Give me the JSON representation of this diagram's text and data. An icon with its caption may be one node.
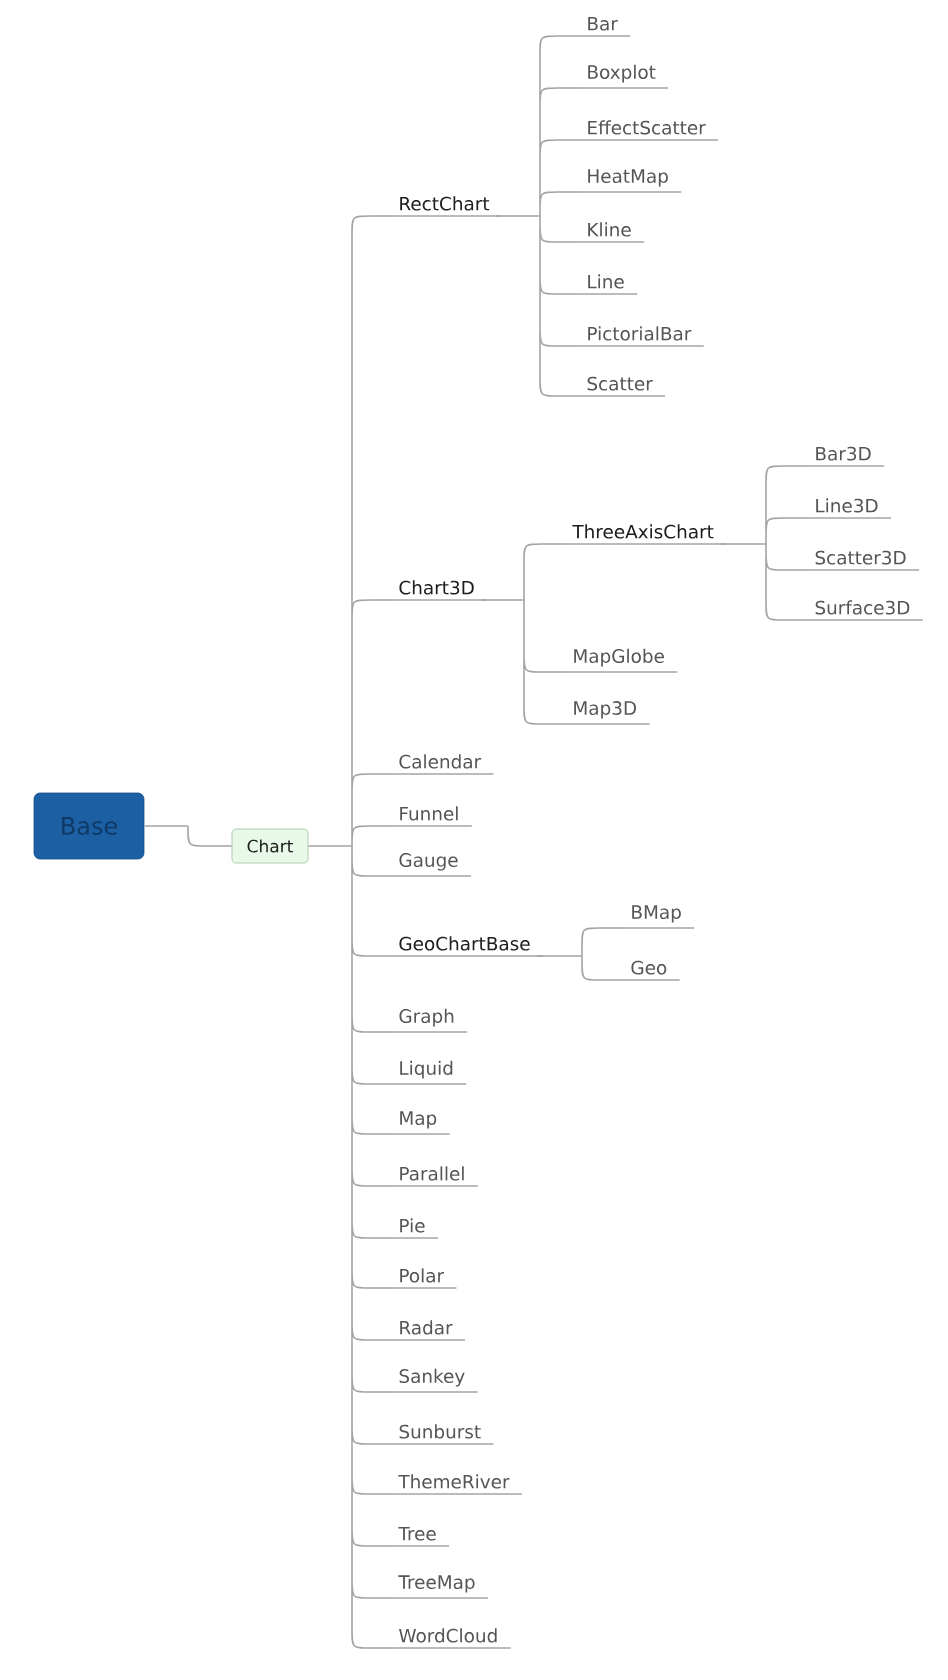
{
  "diagram": {
    "nodes": [
      {
        "text": [
          "Base"
        ]
      },
      {
        "text": [
          "Chart"
        ]
      },
      {
        "text": [
          "RectChart"
        ]
      },
      {
        "text": [
          "Bar"
        ]
      },
      {
        "text": [
          "Boxplot"
        ]
      },
      {
        "text": [
          "EffectScatter"
        ]
      },
      {
        "text": [
          "HeatMap"
        ]
      },
      {
        "text": [
          "Kline"
        ]
      },
      {
        "text": [
          "Line"
        ]
      },
      {
        "text": [
          "PictorialBar"
        ]
      },
      {
        "text": [
          "Scatter"
        ]
      },
      {
        "text": [
          "Chart3D"
        ]
      },
      {
        "text": [
          "ThreeAxisChart"
        ]
      },
      {
        "text": [
          "Bar3D"
        ]
      },
      {
        "text": [
          "Line3D"
        ]
      },
      {
        "text": [
          "Scatter3D"
        ]
      },
      {
        "text": [
          "Surface3D"
        ]
      },
      {
        "text": [
          "MapGlobe"
        ]
      },
      {
        "text": [
          "Map3D"
        ]
      },
      {
        "text": [
          "Calendar"
        ]
      },
      {
        "text": [
          "Funnel"
        ]
      },
      {
        "text": [
          "Gauge"
        ]
      },
      {
        "text": [
          "GeoChartBase"
        ]
      },
      {
        "text": [
          "BMap"
        ]
      },
      {
        "text": [
          "Geo"
        ]
      },
      {
        "text": [
          "Graph"
        ]
      },
      {
        "text": [
          "Liquid"
        ]
      },
      {
        "text": [
          "Map"
        ]
      },
      {
        "text": [
          "Parallel"
        ]
      },
      {
        "text": [
          "Pie"
        ]
      },
      {
        "text": [
          "Polar"
        ]
      },
      {
        "text": [
          "Radar"
        ]
      },
      {
        "text": [
          "Sankey"
        ]
      },
      {
        "text": [
          "Sunburst"
        ]
      },
      {
        "text": [
          "ThemeRiver"
        ]
      },
      {
        "text": [
          "Tree"
        ]
      },
      {
        "text": [
          "TreeMap"
        ]
      },
      {
        "text": [
          "WordCloud"
        ]
      }
    ],
    "edges": [
      {
        "from": 0,
        "to": 1,
        "arrow": "none"
      },
      {
        "from": 1,
        "to": 2,
        "arrow": "none"
      },
      {
        "from": 2,
        "to": 3,
        "arrow": "none"
      },
      {
        "from": 2,
        "to": 4,
        "arrow": "none"
      },
      {
        "from": 2,
        "to": 5,
        "arrow": "none"
      },
      {
        "from": 2,
        "to": 6,
        "arrow": "none"
      },
      {
        "from": 2,
        "to": 7,
        "arrow": "none"
      },
      {
        "from": 2,
        "to": 8,
        "arrow": "none"
      },
      {
        "from": 2,
        "to": 9,
        "arrow": "none"
      },
      {
        "from": 2,
        "to": 10,
        "arrow": "none"
      },
      {
        "from": 1,
        "to": 11,
        "arrow": "none"
      },
      {
        "from": 11,
        "to": 12,
        "arrow": "none"
      },
      {
        "from": 12,
        "to": 13,
        "arrow": "none"
      },
      {
        "from": 12,
        "to": 14,
        "arrow": "none"
      },
      {
        "from": 12,
        "to": 15,
        "arrow": "none"
      },
      {
        "from": 12,
        "to": 16,
        "arrow": "none"
      },
      {
        "from": 11,
        "to": 17,
        "arrow": "none"
      },
      {
        "from": 11,
        "to": 18,
        "arrow": "none"
      },
      {
        "from": 1,
        "to": 19,
        "arrow": "none"
      },
      {
        "from": 1,
        "to": 20,
        "arrow": "none"
      },
      {
        "from": 1,
        "to": 21,
        "arrow": "none"
      },
      {
        "from": 1,
        "to": 22,
        "arrow": "none"
      },
      {
        "from": 22,
        "to": 23,
        "arrow": "none"
      },
      {
        "from": 22,
        "to": 24,
        "arrow": "none"
      },
      {
        "from": 1,
        "to": 25,
        "arrow": "none"
      },
      {
        "from": 1,
        "to": 26,
        "arrow": "none"
      },
      {
        "from": 1,
        "to": 27,
        "arrow": "none"
      },
      {
        "from": 1,
        "to": 28,
        "arrow": "none"
      },
      {
        "from": 1,
        "to": 29,
        "arrow": "none"
      },
      {
        "from": 1,
        "to": 30,
        "arrow": "none"
      },
      {
        "from": 1,
        "to": 31,
        "arrow": "none"
      },
      {
        "from": 1,
        "to": 32,
        "arrow": "none"
      },
      {
        "from": 1,
        "to": 33,
        "arrow": "none"
      },
      {
        "from": 1,
        "to": 34,
        "arrow": "none"
      },
      {
        "from": 1,
        "to": 35,
        "arrow": "none"
      },
      {
        "from": 1,
        "to": 36,
        "arrow": "none"
      },
      {
        "from": 1,
        "to": 37,
        "arrow": "none"
      }
    ]
  }
}
